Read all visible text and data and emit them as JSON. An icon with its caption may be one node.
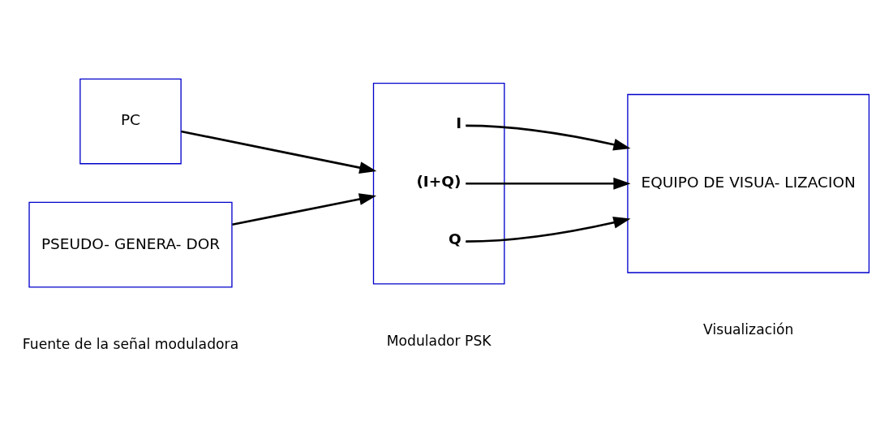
{
  "diagram": {
    "nodes": [
      {
        "text": [
          "PC"
        ]
      },
      {
        "text": [
          "PSEUDO- GENERA- DOR"
        ]
      },
      {
        "text": [
          "I",
          "(I+Q)",
          "Q"
        ]
      },
      {
        "text": [
          "EQUIPO DE VISUA- LIZACION"
        ]
      }
    ],
    "edges": [
      {
        "from": 0,
        "to": 2,
        "arrow": "to"
      },
      {
        "from": 1,
        "to": 2,
        "arrow": "to"
      },
      {
        "from": 2,
        "to": 3,
        "arrow": "to"
      },
      {
        "from": 2,
        "to": 3,
        "arrow": "to"
      },
      {
        "from": 2,
        "to": 3,
        "arrow": "to"
      }
    ],
    "labels": [
      "Fuente de la señal moduladora",
      "Modulador PSK",
      "Visualización"
    ]
  }
}
